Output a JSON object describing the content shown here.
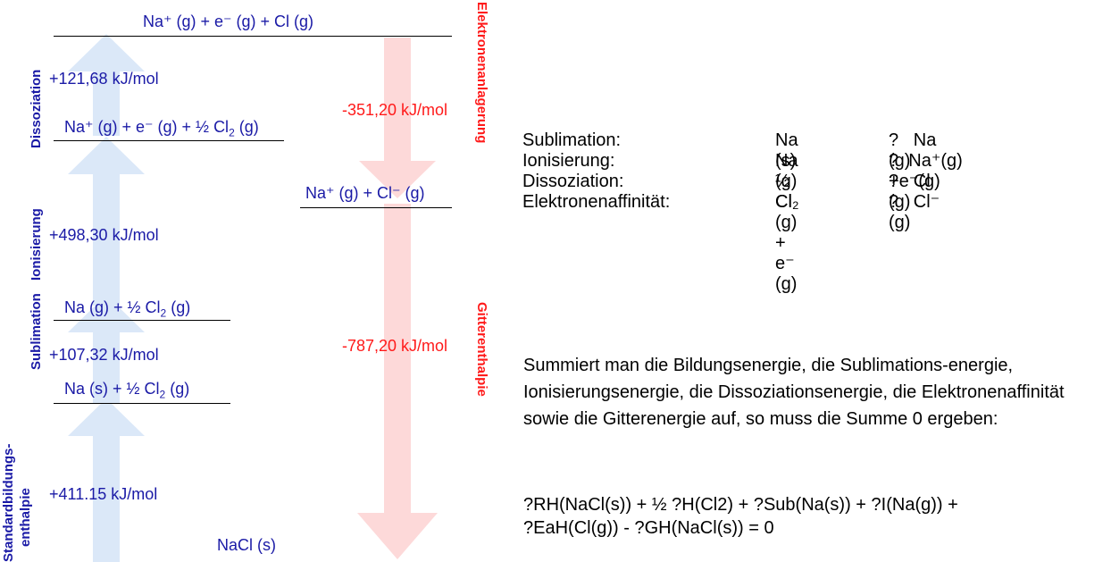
{
  "levels": {
    "top": "Na⁺ (g) + e⁻ (g) + Cl (g)",
    "after_ionisation_base": "Na⁺ (g) + e⁻ (g) + ½ Cl",
    "after_ionisation_sub": "2",
    "after_ionisation_tail": " (g)",
    "after_sublimation_base": "Na (g) + ½ Cl",
    "after_sublimation_sub": "2",
    "after_sublimation_tail": " (g)",
    "elements_base": "Na (s) + ½ Cl",
    "elements_sub": "2",
    "elements_tail": " (g)",
    "ion_pair": "Na⁺ (g) + Cl⁻ (g)",
    "bottom": "NaCl (s)"
  },
  "energies": {
    "dissociation": "+121,68 kJ/mol",
    "ionisation": "+498,30 kJ/mol",
    "sublimation": "+107,32 kJ/mol",
    "formation": "+411.15 kJ/mol",
    "electron_affinity": "-351,20 kJ/mol",
    "lattice": "-787,20 kJ/mol"
  },
  "step_labels": {
    "dissociation": "Dissoziation",
    "ionisation": "Ionisierung",
    "sublimation": "Sublimation",
    "formation_1": "Standardbildungs-",
    "formation_2": "enthalpie",
    "electron_affinity": "Elektronenanlagerung",
    "lattice": "Gitterenthalpie"
  },
  "reactions": [
    {
      "name": "Sublimation:",
      "left": "Na (s)",
      "arrow": "?",
      "right": "Na (g)"
    },
    {
      "name": "Ionisierung:",
      "left": "Na (g)",
      "arrow": "?",
      "right": "Na⁺(g) +e⁻(g)"
    },
    {
      "name": "Dissoziation:",
      "left": "½ Cl₂",
      "arrow": "?",
      "right": "Cl (g)"
    },
    {
      "name": "Elektronenaffinität:",
      "left": "Cl (g) + e⁻ (g)",
      "arrow": "?",
      "right": "Cl⁻ (g)"
    }
  ],
  "summary": {
    "paragraph": "Summiert man die Bildungsenergie, die Sublimations-energie, Ionisierungsenergie, die Dissoziationsenergie, die Elektronenaffinität sowie die Gitterenergie auf, so muss die Summe 0 ergeben:",
    "eq_line1": "?RH(NaCl(s)) + ½ ?H(Cl2) + ?Sub(Na(s)) + ?I(Na(g)) +",
    "eq_line2": "?EaH(Cl(g)) - ?GH(NaCl(s)) = 0"
  },
  "colors": {
    "blue_text": "#1a1aa6",
    "red_text": "#ff1a1a",
    "blue_arrow": "#dbe8f8",
    "red_arrow": "#fdd9d9"
  }
}
